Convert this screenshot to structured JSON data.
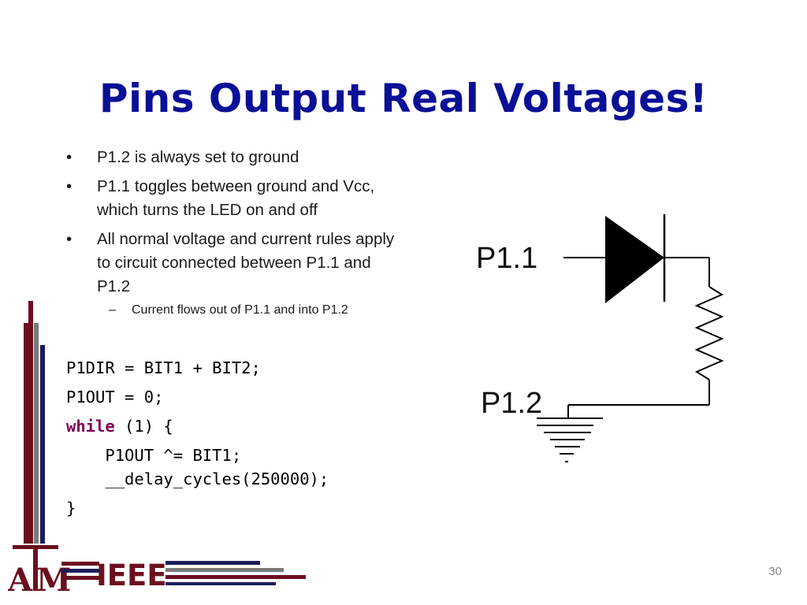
{
  "slide": {
    "title": "Pins Output Real Voltages!",
    "bullets": [
      "P1.2 is always set to ground",
      "P1.1 toggles between ground and Vcc, which turns the LED on and off",
      "All normal voltage and current rules apply to circuit connected between P1.1 and P1.2"
    ],
    "sub_bullet": "Current flows out of P1.1 and into P1.2",
    "code": {
      "line1": "P1DIR = BIT1 + BIT2;",
      "line2": "P1OUT = 0;",
      "line3_keyword": "while",
      "line3_rest": " (1) {",
      "line4": "    P1OUT ^= BIT1;",
      "line5": "    __delay_cycles(250000);",
      "line6": "}"
    },
    "page_number": "30"
  },
  "circuit": {
    "label_p11": "P1.1",
    "label_p12": "P1.2"
  },
  "logo": {
    "text_ieee": "IEEE",
    "text_atm_a": "A",
    "text_atm_m": "M"
  },
  "colors": {
    "title": "#0a1096",
    "maroon": "#6b0f1f",
    "navy": "#1a1d5a",
    "gray": "#7a7a7a"
  }
}
